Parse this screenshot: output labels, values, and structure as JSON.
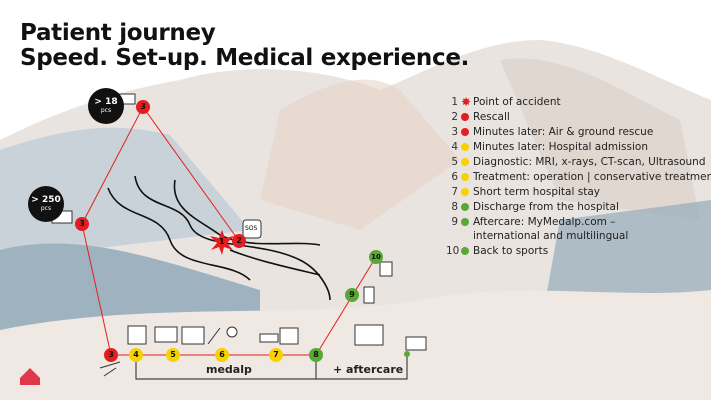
{
  "title": {
    "line1": "Patient journey",
    "line2": "Speed. Set-up. Medical experience."
  },
  "legend": [
    {
      "num": "1",
      "marker": "star",
      "color": "#e41e1e",
      "text": "Point of accident"
    },
    {
      "num": "2",
      "marker": "dot",
      "color": "#e41e1e",
      "text": "Rescall"
    },
    {
      "num": "3",
      "marker": "dot",
      "color": "#e41e1e",
      "text": "Minutes later: Air & ground rescue"
    },
    {
      "num": "4",
      "marker": "dot",
      "color": "#f7d200",
      "text": "Minutes later: Hospital admission"
    },
    {
      "num": "5",
      "marker": "dot",
      "color": "#f7d200",
      "text": "Diagnostic: MRI, x-rays, CT-scan, Ultrasound"
    },
    {
      "num": "6",
      "marker": "dot",
      "color": "#f7d200",
      "text": "Treatment: operation | conservative treatment"
    },
    {
      "num": "7",
      "marker": "dot",
      "color": "#f7d200",
      "text": "Short term hospital stay"
    },
    {
      "num": "8",
      "marker": "dot",
      "color": "#58a933",
      "text": "Discharge from the hospital"
    },
    {
      "num": "9",
      "marker": "dot",
      "color": "#58a933",
      "text": "Aftercare: MyMedalp.com –",
      "text2": "international and multilingual"
    },
    {
      "num": "10",
      "marker": "dot",
      "color": "#58a933",
      "text": "Back to sports"
    }
  ],
  "bubbles": {
    "heli": {
      "value": "> 18",
      "unit": "pcs"
    },
    "ambulance": {
      "value": "> 250",
      "unit": "pcs"
    }
  },
  "nodes": {
    "n1": "1",
    "n2": "2",
    "n3": "3",
    "n4": "4",
    "n5": "5",
    "n6": "6",
    "n7": "7",
    "n8": "8",
    "n9": "9",
    "n10": "10"
  },
  "labels": {
    "medalp": "medalp",
    "aftercare": "+ aftercare",
    "sos": "SOS"
  }
}
